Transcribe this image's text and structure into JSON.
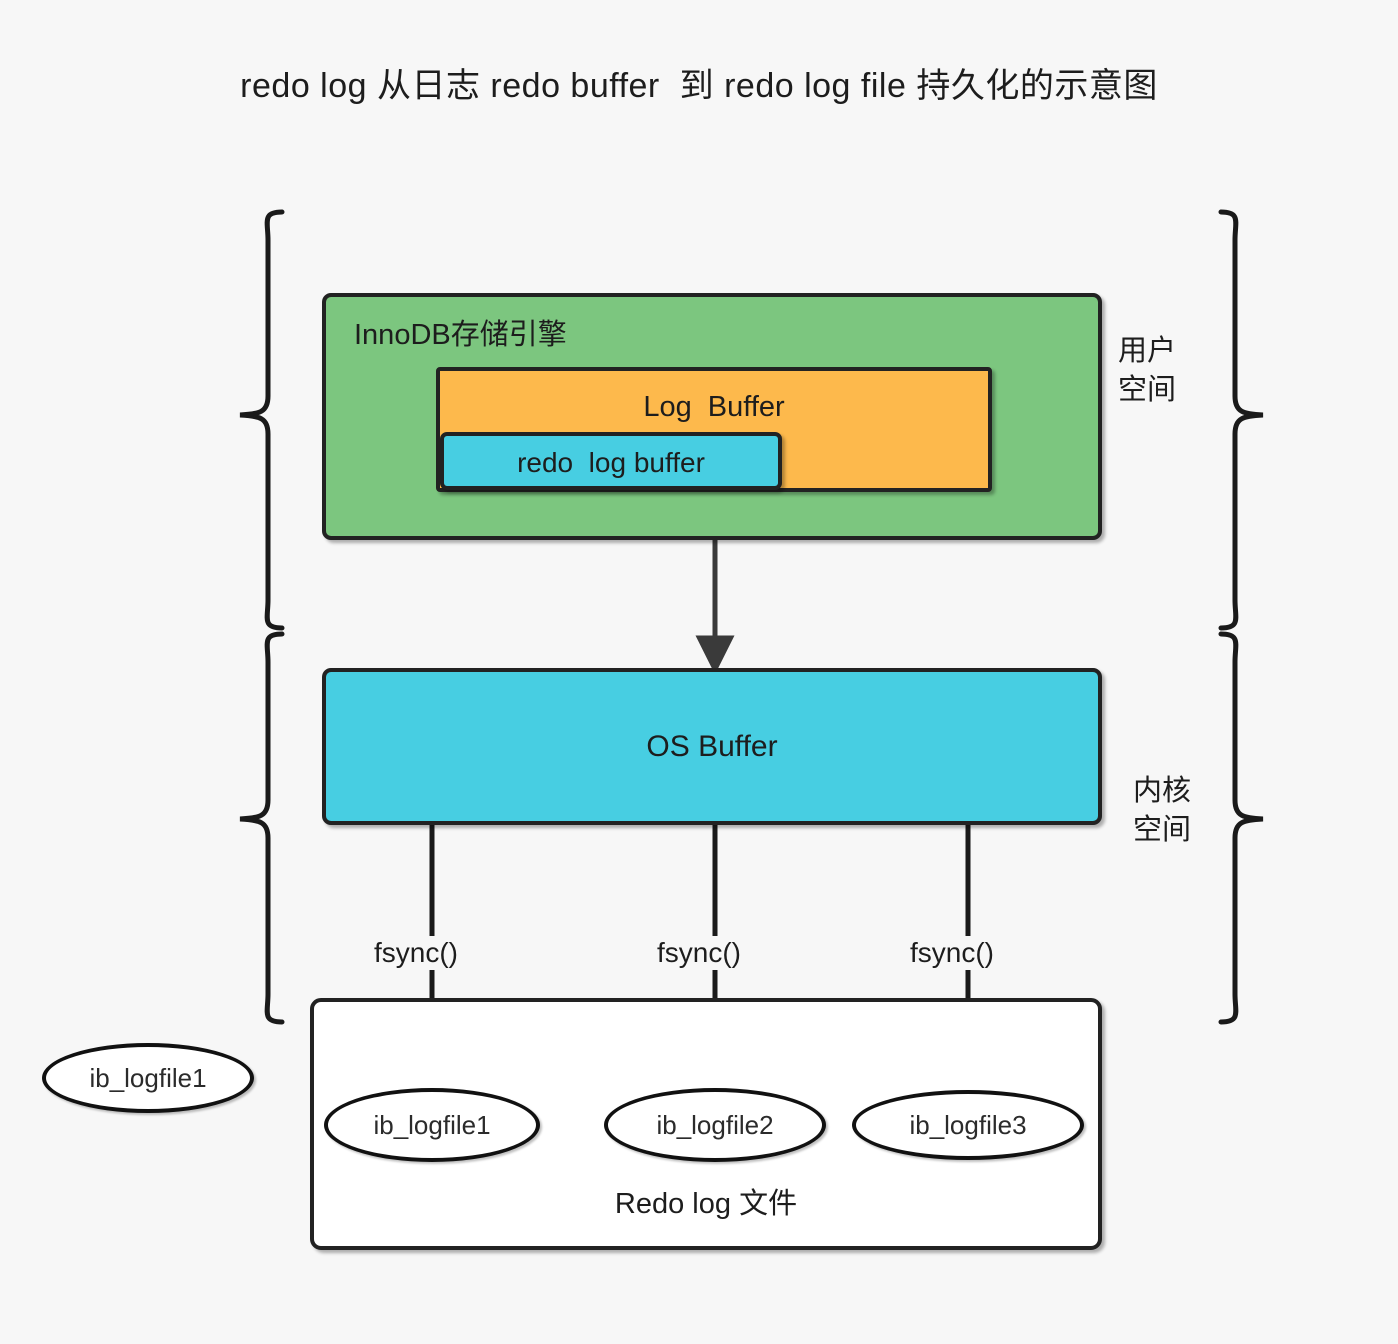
{
  "title": "redo log 从日志 redo buffer  到 redo log file 持久化的示意图",
  "colors": {
    "background": "#f7f7f7",
    "innodb_green": "#7cc67f",
    "log_buffer_orange": "#fdb94c",
    "redo_buffer_cyan": "#47cee2",
    "os_buffer_cyan": "#47cee2",
    "stroke": "#222222",
    "redo_log_file_white": "#ffffff"
  },
  "user_space": {
    "label": "用户\n空间",
    "innodb": {
      "label": "InnoDB存储引擎",
      "log_buffer": {
        "label": "Log  Buffer",
        "redo_log_buffer": {
          "label": "redo  log buffer"
        }
      }
    }
  },
  "kernel_space": {
    "label": "内核\n空间",
    "os_buffer": {
      "label": "OS Buffer"
    }
  },
  "redo_log_file_box": {
    "caption": "Redo log 文件",
    "files": [
      {
        "label": "ib_logfile1"
      },
      {
        "label": "ib_logfile2"
      },
      {
        "label": "ib_logfile3"
      }
    ]
  },
  "detached_file": {
    "label": "ib_logfile1"
  },
  "fsync_calls": [
    {
      "label": "fsync()"
    },
    {
      "label": "fsync()"
    },
    {
      "label": "fsync()"
    }
  ],
  "arrows": [
    {
      "name": "innodb-to-os-buffer",
      "from": "InnoDB存储引擎",
      "to": "OS Buffer"
    },
    {
      "name": "os-buffer-to-ib_logfile1",
      "from": "OS Buffer",
      "to": "ib_logfile1"
    },
    {
      "name": "os-buffer-to-ib_logfile2",
      "from": "OS Buffer",
      "to": "ib_logfile2"
    },
    {
      "name": "os-buffer-to-ib_logfile3",
      "from": "OS Buffer",
      "to": "ib_logfile3"
    }
  ]
}
